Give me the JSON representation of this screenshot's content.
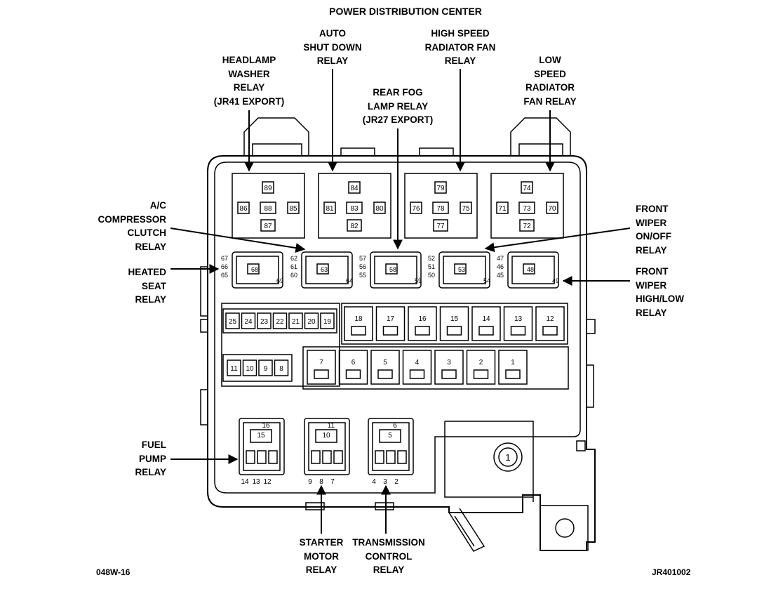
{
  "title": "POWER DISTRIBUTION CENTER",
  "figure_left_code": "048W-16",
  "figure_right_code": "JR401002",
  "callouts": {
    "headlamp_washer": "HEADLAMP\nWASHER\nRELAY\n(JR41 EXPORT)",
    "auto_shut_down": "AUTO\nSHUT DOWN\nRELAY",
    "rear_fog": "REAR FOG\nLAMP RELAY\n(JR27 EXPORT)",
    "high_speed_fan": "HIGH SPEED\nRADIATOR FAN\nRELAY",
    "low_speed_fan": "LOW\nSPEED\nRADIATOR\nFAN RELAY",
    "ac_clutch": "A/C\nCOMPRESSOR\nCLUTCH\nRELAY",
    "heated_seat": "HEATED\nSEAT\nRELAY",
    "front_wiper_onoff": "FRONT\nWIPER\nON/OFF\nRELAY",
    "front_wiper_highlow": "FRONT\nWIPER\nHIGH/LOW\nRELAY",
    "fuel_pump": "FUEL\nPUMP\nRELAY",
    "starter_motor": "STARTER\nMOTOR\nRELAY",
    "transmission_control": "TRANSMISSION\nCONTROL\nRELAY"
  },
  "large_relays": [
    {
      "top": "89",
      "left": "86",
      "center": "88",
      "right": "85",
      "bottom": "87"
    },
    {
      "top": "84",
      "left": "81",
      "center": "83",
      "right": "80",
      "bottom": "82"
    },
    {
      "top": "79",
      "left": "76",
      "center": "78",
      "right": "75",
      "bottom": "77"
    },
    {
      "top": "74",
      "left": "71",
      "center": "73",
      "right": "70",
      "bottom": "72"
    }
  ],
  "mini_relays": [
    {
      "left": [
        "67",
        "66",
        "65"
      ],
      "center": "68",
      "corner": "69"
    },
    {
      "left": [
        "62",
        "61",
        "60"
      ],
      "center": "63",
      "corner": "64"
    },
    {
      "left": [
        "57",
        "56",
        "55"
      ],
      "center": "58",
      "corner": "59"
    },
    {
      "left": [
        "52",
        "51",
        "50"
      ],
      "center": "53",
      "corner": "54"
    },
    {
      "left": [
        "47",
        "46",
        "45"
      ],
      "center": "48",
      "corner": "49"
    }
  ],
  "upper_mini_fuses": [
    "25",
    "24",
    "23",
    "22",
    "21",
    "20",
    "19"
  ],
  "lower_mini_fuses": [
    "11",
    "10",
    "9",
    "8"
  ],
  "cartridge_fuses_top": [
    "18",
    "17",
    "16",
    "15",
    "14",
    "13",
    "12"
  ],
  "cartridge_fuses_bottom": [
    "7",
    "6",
    "5",
    "4",
    "3",
    "2",
    "1"
  ],
  "bottom_relays": [
    {
      "top": "16",
      "center": "15",
      "bottom": [
        "14",
        "13",
        "12"
      ]
    },
    {
      "top": "11",
      "center": "10",
      "bottom": [
        "9",
        "8",
        "7"
      ]
    },
    {
      "top": "6",
      "center": "5",
      "bottom": [
        "4",
        "3",
        "2"
      ]
    }
  ],
  "stud_label": "1"
}
